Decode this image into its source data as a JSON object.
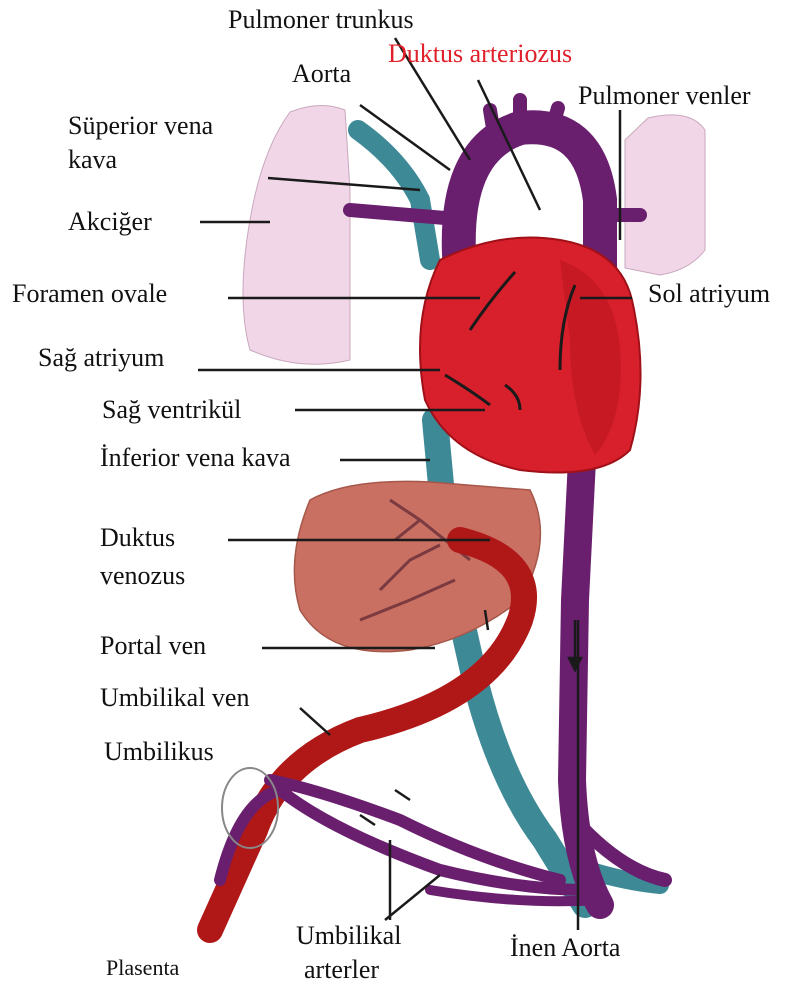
{
  "labels": {
    "pulmoner_trunkus": "Pulmoner trunkus",
    "aorta": "Aorta",
    "duktus_arteriozus": "Duktus arteriozus",
    "pulmoner_venler": "Pulmoner venler",
    "superior_vena_kava_1": "Süperior vena",
    "superior_vena_kava_2": "kava",
    "akciger": "Akciğer",
    "foramen_ovale": "Foramen ovale",
    "sol_atriyum": "Sol atriyum",
    "sag_atriyum": "Sağ atriyum",
    "sag_ventrikul": "Sağ ventrikül",
    "inferior_vena_kava": "İnferior vena kava",
    "duktus_venozus_1": "Duktus",
    "duktus_venozus_2": "venozus",
    "portal_ven": "Portal ven",
    "umbilikal_ven": "Umbilikal ven",
    "umbilikus": "Umbilikus",
    "plasenta": "Plasenta",
    "umbilikal_arterler_1": "Umbilikal",
    "umbilikal_arterler_2": "arterler",
    "inen_aorta": "İnen Aorta"
  },
  "colors": {
    "lung": "#f1d6e8",
    "heart": "#d8202c",
    "heart_dark": "#b8141f",
    "liver": "#c97062",
    "vein_teal": "#3d8a96",
    "artery_purple": "#6a1f6e",
    "umbilical_red": "#b01818",
    "highlight": "#e0202a"
  }
}
